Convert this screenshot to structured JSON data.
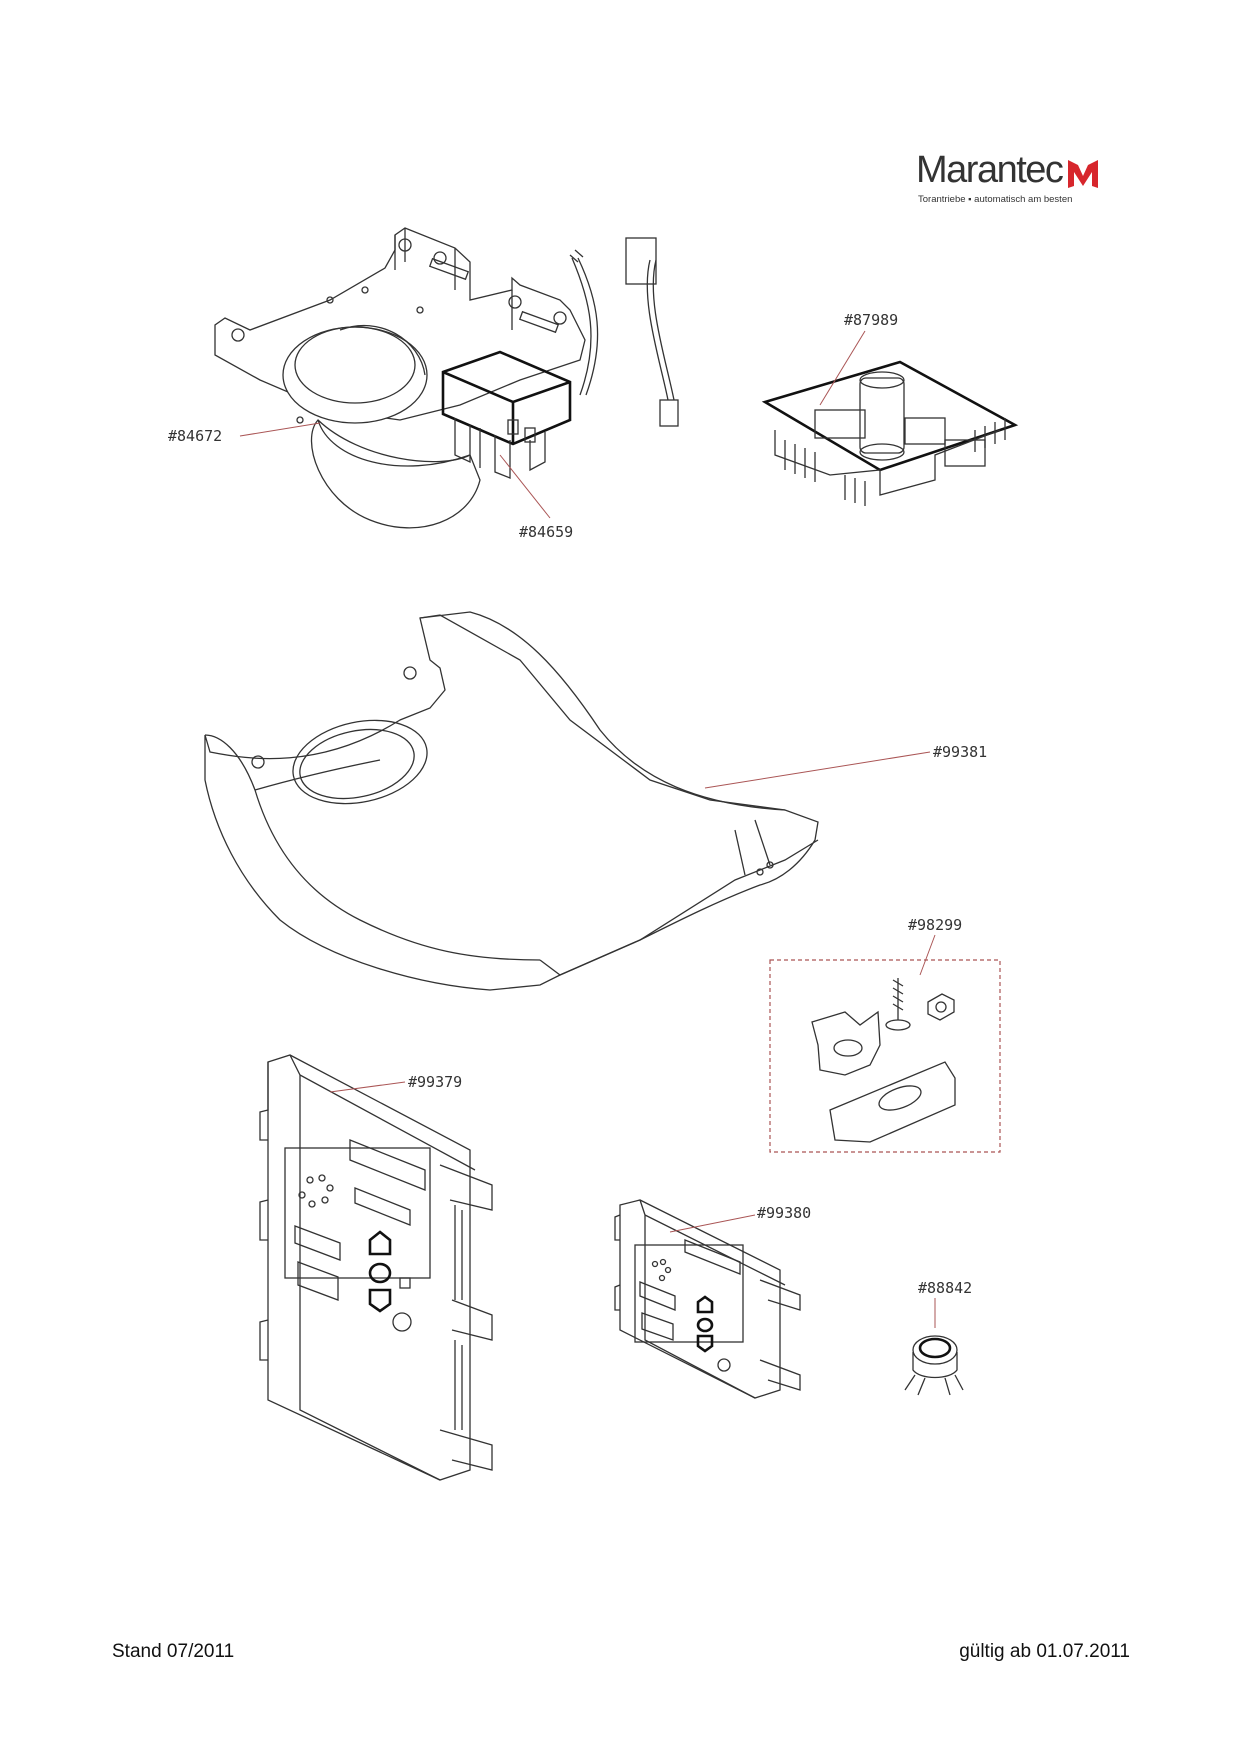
{
  "brand": {
    "name": "Marantec",
    "tagline": "Torantriebe  ▪  automatisch am besten",
    "accent_color": "#d7262c",
    "icon": "marantec-m-logo"
  },
  "parts": {
    "p84672": "#84672",
    "p84659": "#84659",
    "p87989": "#87989",
    "p99381": "#99381",
    "p98299": "#98299",
    "p99379": "#99379",
    "p99380": "#99380",
    "p88842": "#88842"
  },
  "footer": {
    "stand": "Stand 07/2011",
    "valid_from": "gültig ab 01.07.2011"
  }
}
